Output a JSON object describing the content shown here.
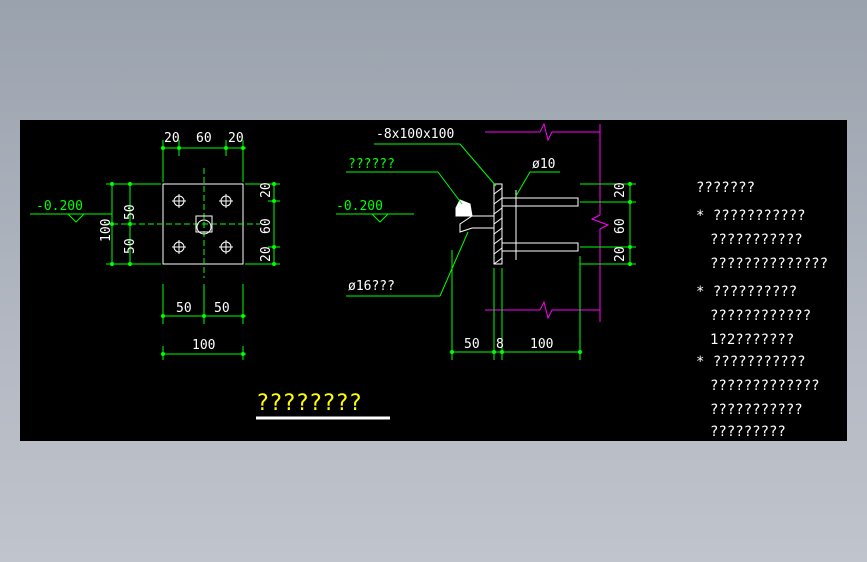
{
  "colors": {
    "background": "#000000",
    "dimension": "#00ff00",
    "text": "#ffffff",
    "magenta": "#ff00ff",
    "yellow": "#ffff00",
    "green_text": "#00ff00"
  },
  "plan": {
    "top_dims": [
      "20",
      "60",
      "20"
    ],
    "left_level": "-0.200",
    "left_dims": [
      "50",
      "50"
    ],
    "left_total": "100",
    "right_dims": [
      "20",
      "60",
      "20"
    ],
    "bottom_dims": [
      "50",
      "50"
    ],
    "bottom_total": "100"
  },
  "section": {
    "plate_label": "-8x100x100",
    "weld_label": "??????",
    "level": "-0.200",
    "bar_label": "ø10",
    "anchor_label": "ø16???",
    "right_dims": [
      "20",
      "60",
      "20"
    ],
    "bottom_dims": [
      "50",
      "8",
      "100"
    ]
  },
  "title": "????????",
  "notes": {
    "heading": "???????",
    "items": [
      "* ???????????",
      "???????????",
      "??????????????",
      "* ??????????",
      "????????????",
      "1?2???????",
      "* ???????????",
      "?????????????",
      "???????????",
      "?????????"
    ]
  }
}
